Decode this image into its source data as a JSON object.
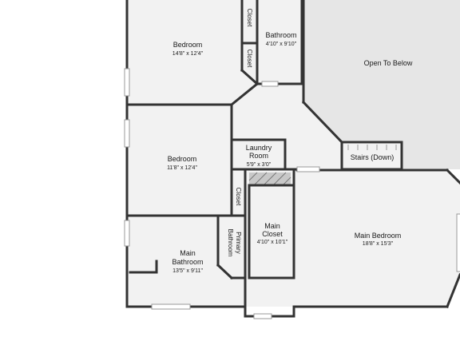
{
  "plan": {
    "rooms": [
      {
        "id": "bedroom-1",
        "name": "Bedroom",
        "dims": "14'8\" x 12'4\""
      },
      {
        "id": "bathroom",
        "name": "Bathroom",
        "dims": "4'10\" x 9'10\""
      },
      {
        "id": "open-to-below",
        "name": "Open To Below",
        "dims": ""
      },
      {
        "id": "bedroom-2",
        "name": "Bedroom",
        "dims": "11'8\" x 12'4\""
      },
      {
        "id": "laundry",
        "name_line1": "Laundry",
        "name_line2": "Room",
        "dims": "5'9\" x 3'0\""
      },
      {
        "id": "stairs",
        "name": "Stairs (Down)"
      },
      {
        "id": "main-closet",
        "name_line1": "Main",
        "name_line2": "Closet",
        "dims": "4'10\" x 10'1\""
      },
      {
        "id": "main-bedroom",
        "name": "Main Bedroom",
        "dims": "18'8\" x 15'3\""
      },
      {
        "id": "main-bathroom",
        "name_line1": "Main",
        "name_line2": "Bathroom",
        "dims": "13'5\" x 9'11\""
      },
      {
        "id": "primary-bathroom",
        "name_line1": "Primary",
        "name_line2": "Bathroom"
      }
    ],
    "closets": [
      "Closet",
      "Closet",
      "Closet"
    ],
    "colors": {
      "wall": "#333333",
      "floor": "#f2f2f2",
      "open_area": "#e6e6e6",
      "window": "#ffffff"
    }
  }
}
